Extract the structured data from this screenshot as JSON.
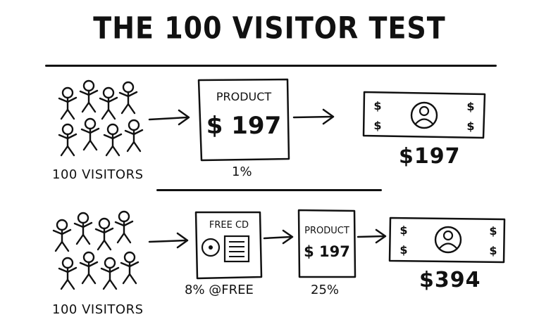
{
  "title": "THE 100 VISITOR TEST",
  "row1": {
    "visitors_label": "100 VISITORS",
    "product_box": {
      "label": "PRODUCT",
      "price": "$ 197"
    },
    "conversion_rate": "1%",
    "bill_symbol": "$",
    "result": "$197"
  },
  "row2": {
    "visitors_label": "100 VISITORS",
    "free_cd_box": {
      "label": "FREE CD"
    },
    "free_rate": "8% @FREE",
    "product_box": {
      "label": "PRODUCT",
      "price": "$ 197"
    },
    "conversion_rate": "25%",
    "bill_symbol": "$",
    "result": "$394"
  },
  "colors": {
    "ink": "#111111",
    "background": "#ffffff"
  }
}
